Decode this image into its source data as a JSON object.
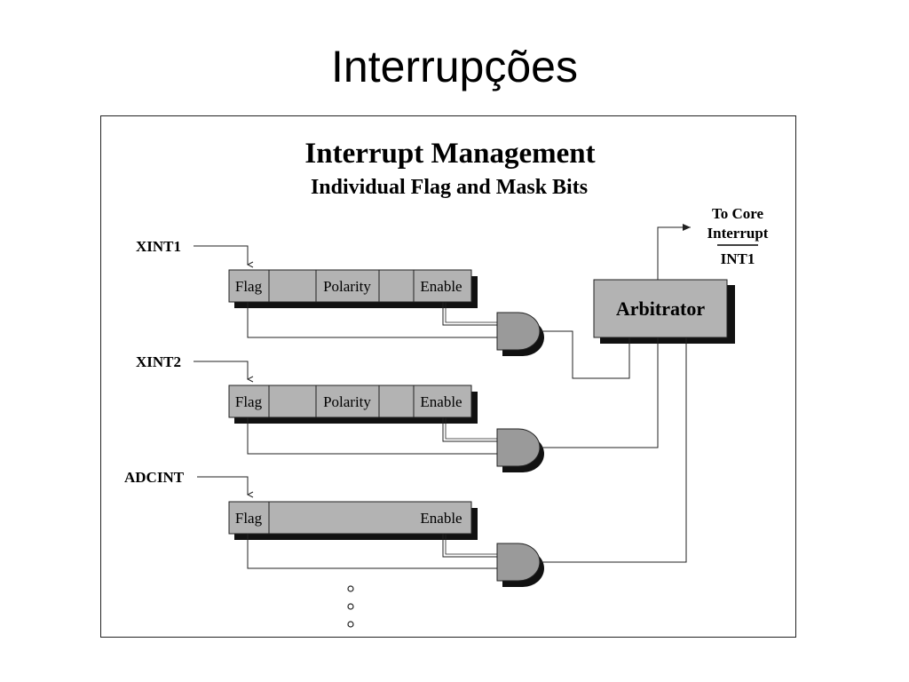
{
  "slide": {
    "title": "Interrupções"
  },
  "diagram": {
    "heading": "Interrupt Management",
    "subheading": "Individual Flag and Mask Bits",
    "sources": [
      {
        "name": "XINT1",
        "cells": [
          "Flag",
          "",
          "Polarity",
          "",
          "Enable"
        ]
      },
      {
        "name": "XINT2",
        "cells": [
          "Flag",
          "",
          "Polarity",
          "",
          "Enable"
        ]
      },
      {
        "name": "ADCINT",
        "cells": [
          "Flag",
          "",
          "Enable"
        ]
      }
    ],
    "arbitrator_label": "Arbitrator",
    "output": {
      "line1": "To Core",
      "line2": "Interrupt",
      "line3": "INT1"
    },
    "continuation": "ellipsis-dots"
  },
  "colors": {
    "register_fill": "#b3b3b3",
    "shadow": "#111111",
    "line": "#222222"
  }
}
